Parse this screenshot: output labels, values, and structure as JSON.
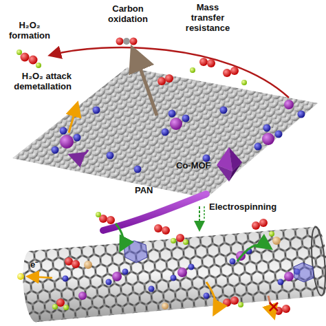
{
  "diagram": {
    "labels": [
      "Carbon oxidation",
      "Mass transfer resistance",
      "H₂O₂ formation",
      "H₂O₂ attack demetallation",
      "Co-MOF",
      "PAN",
      "Electrospinning",
      "e⁻"
    ]
  }
}
